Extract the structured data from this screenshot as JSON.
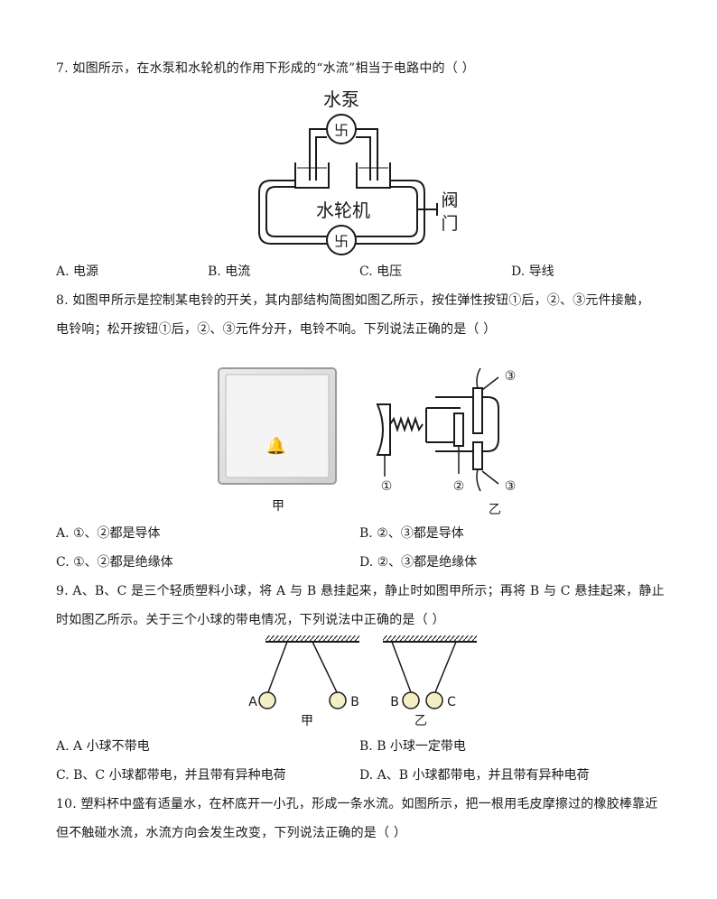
{
  "q7": {
    "stem": "7. 如图所示，在水泵和水轮机的作用下形成的“水流”相当于电路中的（     ）",
    "fig_labels": {
      "pump": "水泵",
      "turbine": "水轮机",
      "valve_1": "阀",
      "valve_2": "门"
    },
    "options": {
      "a": "A. 电源",
      "b": "B. 电流",
      "c": "C. 电压",
      "d": "D. 导线"
    }
  },
  "q8": {
    "stem_1": "8. 如图甲所示是控制某电铃的开关，其内部结构简图如图乙所示，按住弹性按钮①后，②、③元件接触，",
    "stem_2": "电铃响；松开按钮①后，②、③元件分开，电铃不响。下列说法正确的是（     ）",
    "fig_labels": {
      "jia": "甲",
      "yi": "乙",
      "n1": "①",
      "n2": "②",
      "n3": "③"
    },
    "options": {
      "a": "A. ①、②都是导体",
      "b": "B. ②、③都是导体",
      "c": "C. ①、②都是绝缘体",
      "d": "D. ②、③都是绝缘体"
    }
  },
  "q9": {
    "stem_1": "9. A、B、C 是三个轻质塑料小球，将 A 与 B 悬挂起来，静止时如图甲所示；再将 B 与 C 悬挂起来，静止",
    "stem_2": "时如图乙所示。关于三个小球的带电情况，下列说法中正确的是（     ）",
    "fig_labels": {
      "a": "A",
      "b": "B",
      "b2": "B",
      "c": "C",
      "jia": "甲",
      "yi": "乙"
    },
    "options": {
      "a": "A. A 小球不带电",
      "b": "B. B 小球一定带电",
      "c": "C. B、C 小球都带电，并且带有异种电荷",
      "d": "D. A、B 小球都带电，并且带有异种电荷"
    }
  },
  "q10": {
    "stem_1": "10. 塑料杯中盛有适量水，在杯底开一小孔，形成一条水流。如图所示，把一根用毛皮摩擦过的橡胶棒靠近",
    "stem_2": "但不触碰水流，水流方向会发生改变，下列说法正确的是（     ）"
  },
  "colors": {
    "ink": "#1a1a1a",
    "ball": "#f4efc4"
  }
}
